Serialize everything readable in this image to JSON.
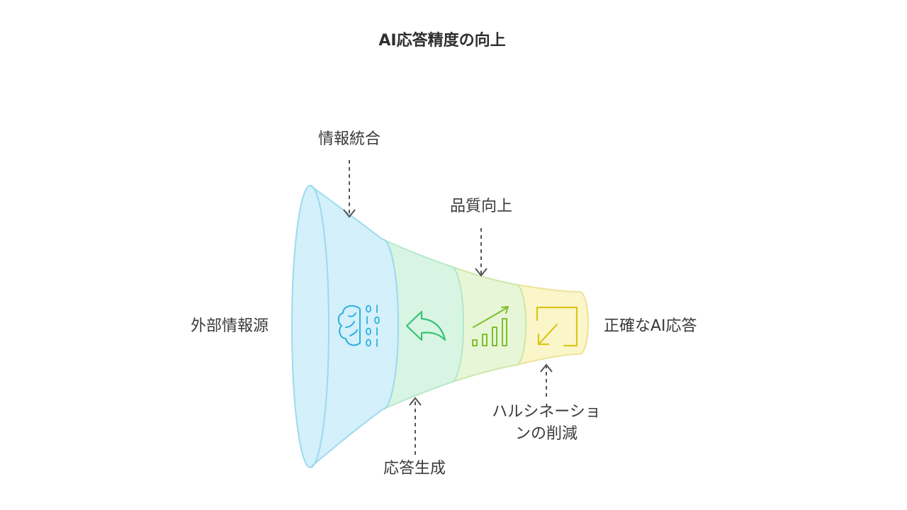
{
  "title": "AI応答精度の向上",
  "input_label": "外部情報源",
  "output_label": "正確なAI応答",
  "stages": [
    {
      "callout": "情報統合",
      "icon": "brain-binary-icon",
      "fill": "#d3f0fb",
      "stroke": "#9fd9ee",
      "icon_color": "#2fb0de"
    },
    {
      "callout": "応答生成",
      "icon": "undo-arrow-icon",
      "fill": "#d8f5e4",
      "stroke": "#b4e8c8",
      "icon_color": "#37c275"
    },
    {
      "callout": "品質向上",
      "icon": "rising-chart-icon",
      "fill": "#e8f6d8",
      "stroke": "#c9e8a9",
      "icon_color": "#7cbf2e"
    },
    {
      "callout_line1": "ハルシネーショ",
      "callout_line2": "ンの削減",
      "icon": "shrink-arrow-icon",
      "fill": "#fbf6c9",
      "stroke": "#ece39b",
      "icon_color": "#d8c61c"
    }
  ]
}
